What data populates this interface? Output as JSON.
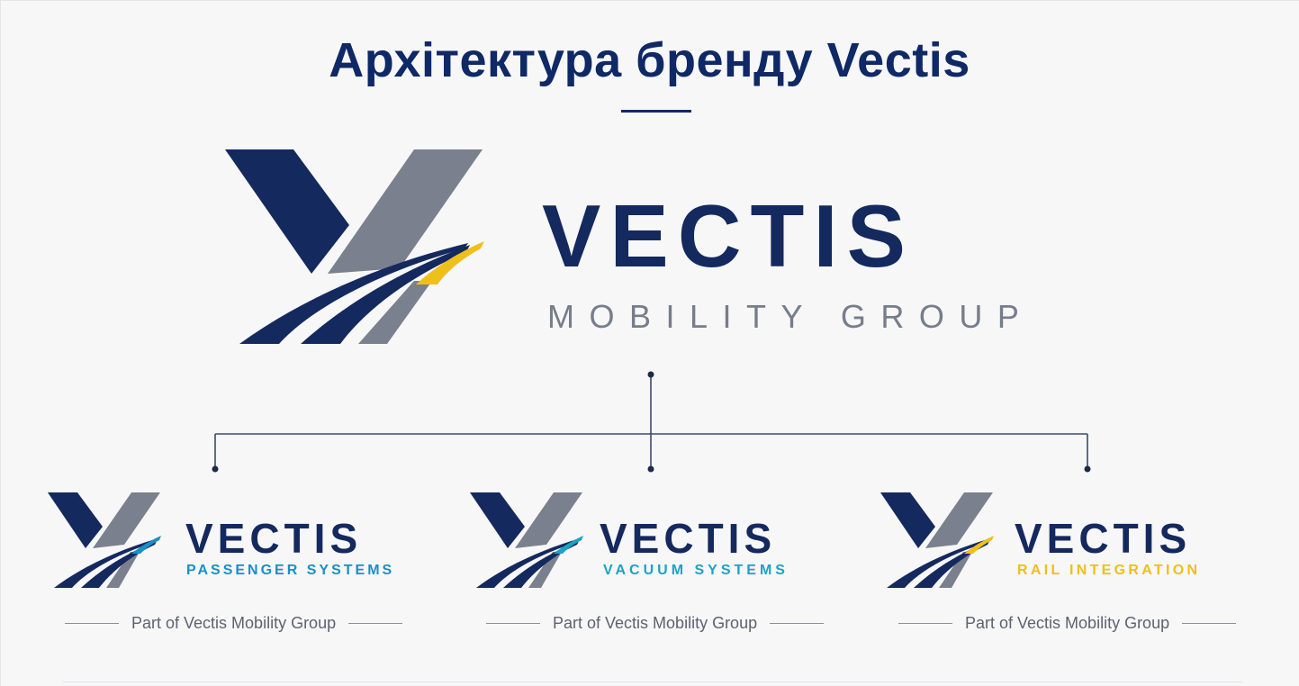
{
  "page": {
    "title": "Архітектура бренду Vectis"
  },
  "colors": {
    "navy": "#14295e",
    "gray": "#767d8b",
    "cyan": "#1a8fc7",
    "teal": "#1ba3c6",
    "gold": "#efbf1a",
    "background": "#f7f7f8"
  },
  "main_brand": {
    "logo_icon": "vectis-mark-gold-accent",
    "wordmark": "VECTIS",
    "tagline": "MOBILITY GROUP"
  },
  "sub_brands": [
    {
      "logo_icon": "vectis-mark-cyan-accent",
      "wordmark": "VECTIS",
      "division": "PASSENGER SYSTEMS",
      "division_color": "#1a8fc7",
      "endorsement": "Part of Vectis Mobility Group"
    },
    {
      "logo_icon": "vectis-mark-teal-accent",
      "wordmark": "VECTIS",
      "division": "VACUUM SYSTEMS",
      "division_color": "#1ba3c6",
      "endorsement": "Part of Vectis Mobility Group"
    },
    {
      "logo_icon": "vectis-mark-gold-accent",
      "wordmark": "VECTIS",
      "division": "RAIL INTEGRATION",
      "division_color": "#efbf1a",
      "endorsement": "Part of Vectis Mobility Group"
    }
  ]
}
